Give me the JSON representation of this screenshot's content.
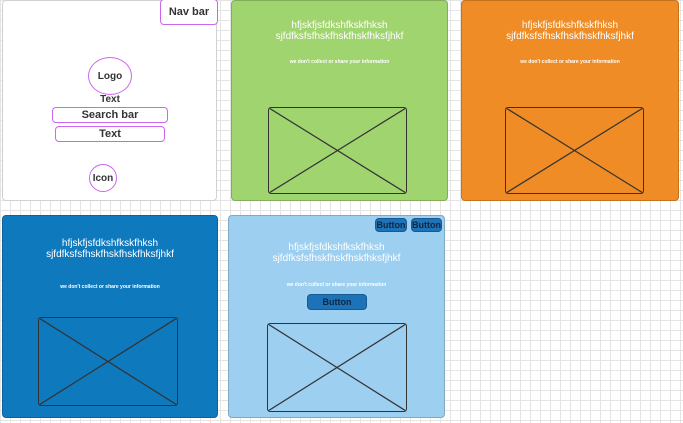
{
  "colors": {
    "green": "#a0d46f",
    "orange": "#ef8c25",
    "blue": "#0f79bd",
    "light_blue": "#9dcff0",
    "pink_border": "#cc66ee"
  },
  "wireframe": {
    "nav_bar": "Nav bar",
    "logo": "Logo",
    "text_label": "Text",
    "search_bar": "Search bar",
    "text_box": "Text",
    "icon": "Icon"
  },
  "cards": [
    {
      "color": "green",
      "title_line1": "hfjskfjsfdkshfkskfhksh",
      "title_line2": "sjfdfksfsfhskfhskfhskfhksfjhkf",
      "subtitle": "we don't collect or share  your information"
    },
    {
      "color": "orange",
      "title_line1": "hfjskfjsfdkshfkskfhksh",
      "title_line2": "sjfdfksfsfhskfhskfhskfhksfjhkf",
      "subtitle": "we don't collect or share  your information"
    },
    {
      "color": "blue",
      "title_line1": "hfjskfjsfdkshfkskfhksh",
      "title_line2": "sjfdfksfsfhskfhskfhskfhksfjhkf",
      "subtitle": "we don't collect or share  your information"
    },
    {
      "color": "light_blue",
      "title_line1": "hfjskfjsfdkshfkskfhksh",
      "title_line2": "sjfdfksfsfhskfhskfhskfhksfjhkf",
      "subtitle": "we don't collect or share  your information",
      "top_button_1": "Button",
      "top_button_2": "Button",
      "center_button": "Button"
    }
  ]
}
